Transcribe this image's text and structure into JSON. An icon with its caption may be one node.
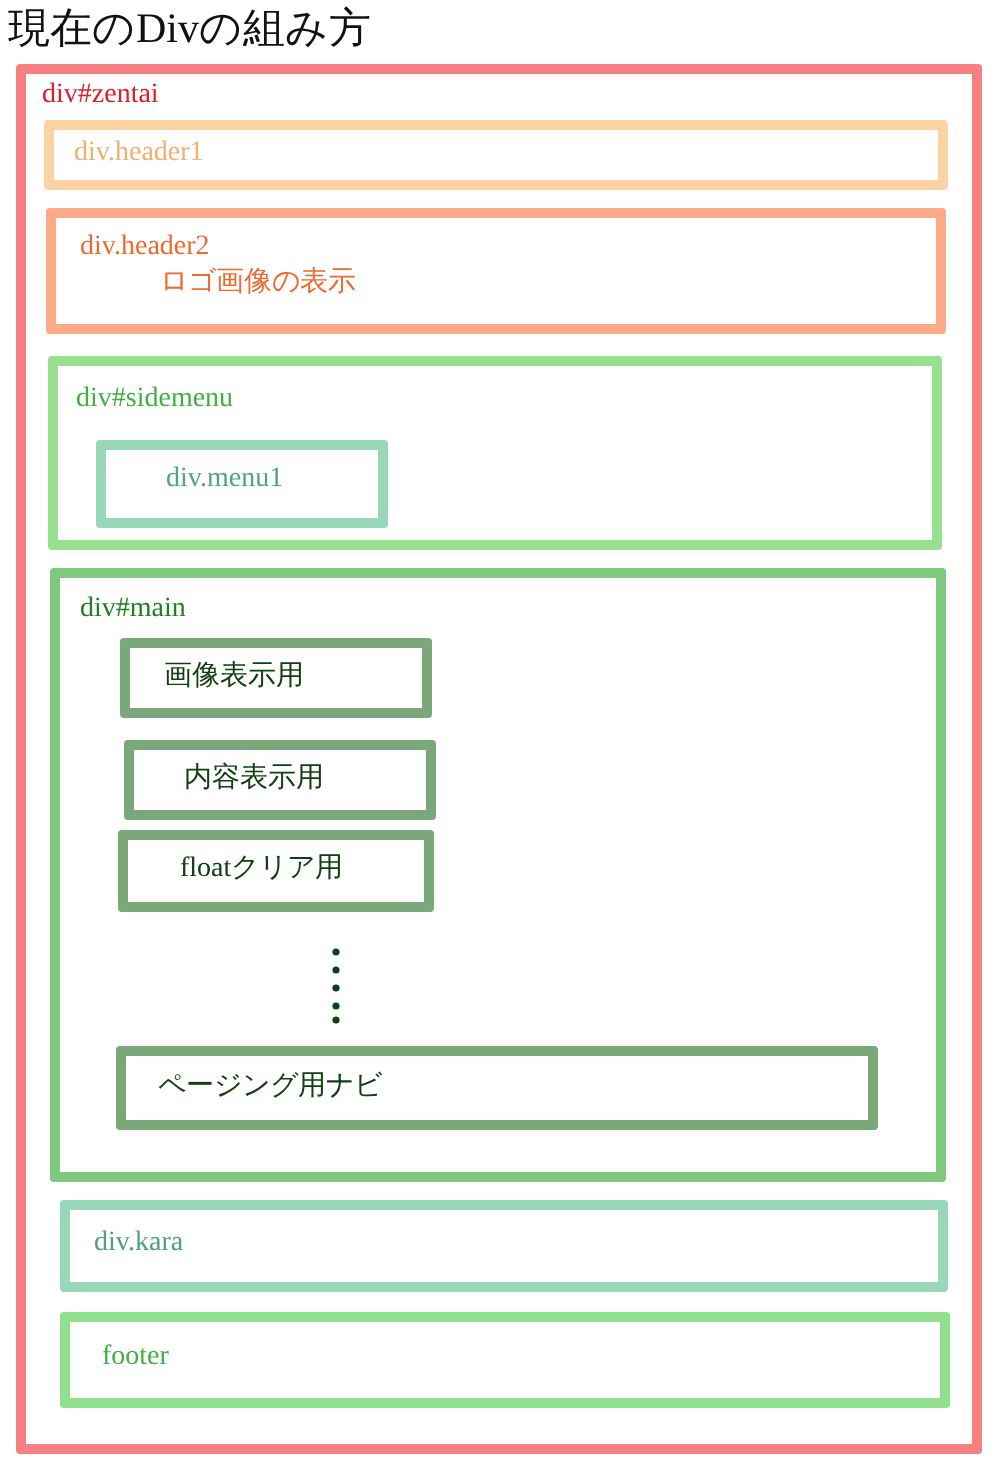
{
  "diagram": {
    "title": "現在のDivの組み方",
    "nodes": [
      {
        "text": [
          "div#zentai"
        ]
      },
      {
        "text": [
          "div.header1"
        ],
        "in": 0
      },
      {
        "text": [
          "div.header2",
          "ロゴ画像の表示"
        ],
        "in": 0
      },
      {
        "text": [
          "div#sidemenu"
        ],
        "in": 0
      },
      {
        "text": [
          "div.menu1"
        ],
        "in": 3
      },
      {
        "text": [
          "div#main"
        ],
        "in": 0
      },
      {
        "text": [
          "画像表示用"
        ],
        "in": 5
      },
      {
        "text": [
          "内容表示用"
        ],
        "in": 5
      },
      {
        "text": [
          "floatクリア用"
        ],
        "in": 5
      },
      {
        "text": [
          "ページング用ナビ"
        ],
        "in": 5
      },
      {
        "text": [
          "div.kara"
        ],
        "in": 0
      },
      {
        "text": [
          "footer"
        ],
        "in": 0
      }
    ]
  }
}
